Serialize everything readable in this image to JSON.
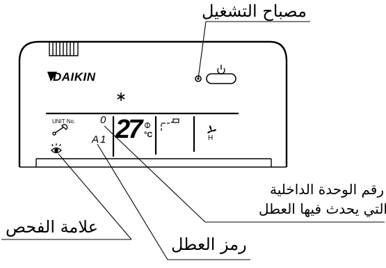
{
  "labels": {
    "operation_lamp": "مصباح التشغيل",
    "unit_number_line1": "رقم الوحدة الداخلية",
    "unit_number_line2": "التي يحدث فيها العطل",
    "inspection_mark": "علامة الفحص",
    "error_code": "رمز العطل"
  },
  "remote": {
    "brand": "DAIKIN",
    "display": {
      "unit_no_label": "UNIT No.",
      "unit_number": "0",
      "error_code": "A1",
      "temperature": "27",
      "unit": "°C",
      "fan_speed": "H"
    }
  },
  "colors": {
    "ink": "#000000",
    "background": "#ffffff"
  }
}
